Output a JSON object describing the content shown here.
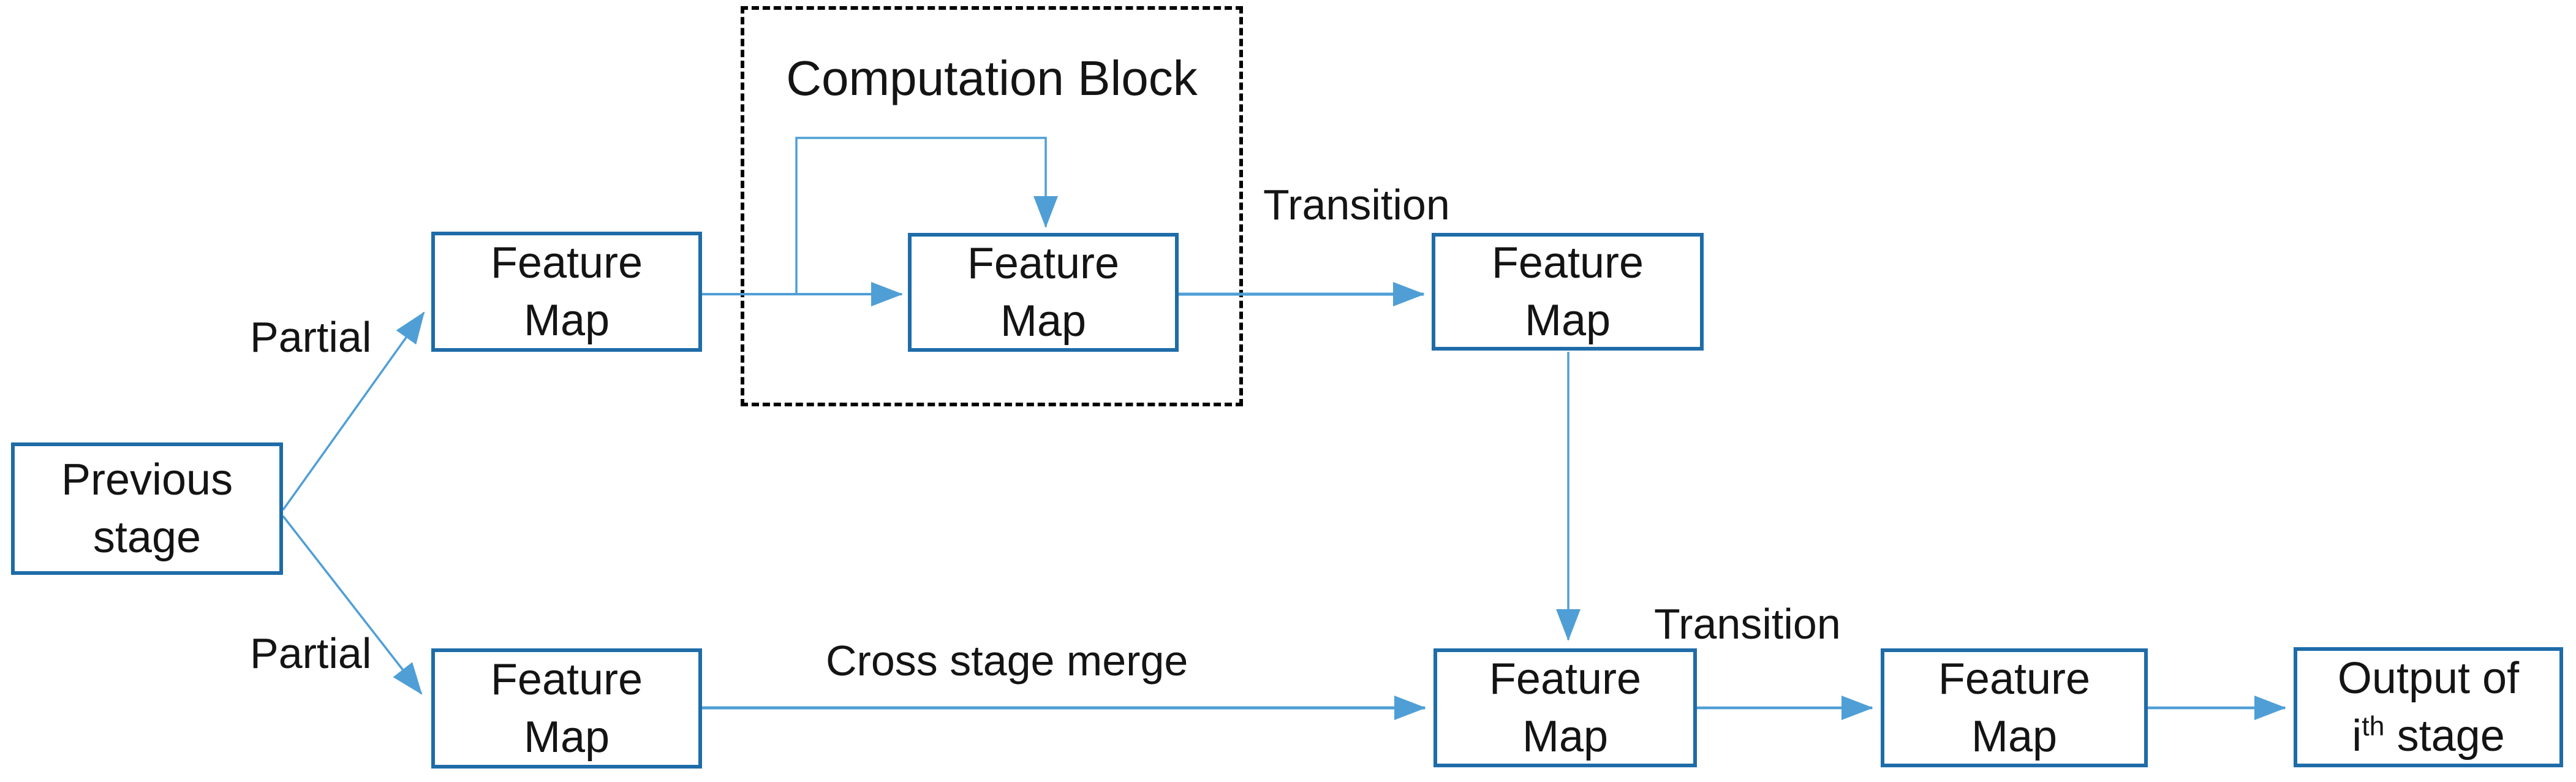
{
  "figure": {
    "type": "flow-diagram",
    "background": "#ffffff",
    "colors": {
      "box_border": "#1e6ca8",
      "arrow": "#4f9fd6",
      "dashed_border": "#000000",
      "text": "#141414"
    },
    "computation_block": {
      "title": "Computation Block"
    },
    "boxes": {
      "previous_stage": {
        "line1": "Previous",
        "line2": "stage"
      },
      "feature_map_partial_top": {
        "line1": "Feature",
        "line2": "Map"
      },
      "feature_map_partial_bottom": {
        "line1": "Feature",
        "line2": "Map"
      },
      "feature_map_computation": {
        "line1": "Feature",
        "line2": "Map"
      },
      "feature_map_transition_top": {
        "line1": "Feature",
        "line2": "Map"
      },
      "feature_map_merge": {
        "line1": "Feature",
        "line2": "Map"
      },
      "feature_map_transition_bottom": {
        "line1": "Feature",
        "line2": "Map"
      },
      "output_stage": {
        "line1": "Output of",
        "i": "i",
        "superscript": "th",
        "rest": "stage"
      }
    },
    "edge_labels": {
      "partial_top": "Partial",
      "partial_bottom": "Partial",
      "transition_top": "Transition",
      "transition_bottom": "Transition",
      "cross_stage_merge": "Cross stage merge"
    }
  }
}
